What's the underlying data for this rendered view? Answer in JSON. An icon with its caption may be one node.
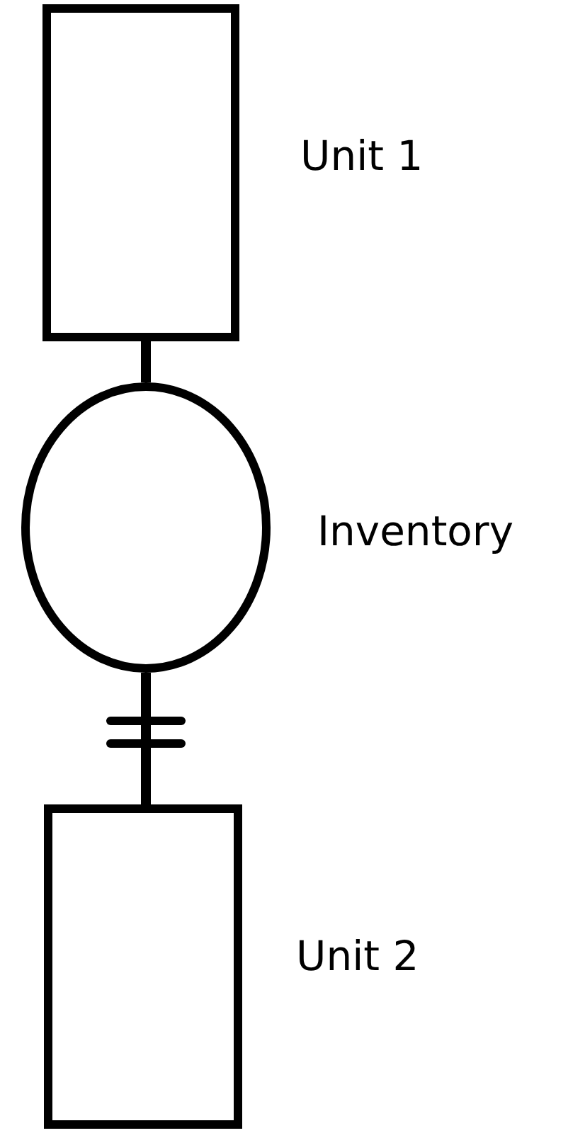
{
  "diagram": {
    "nodes": [
      {
        "text": [],
        "shape": "box",
        "beside": [
          "Unit 1"
        ]
      },
      {
        "text": [],
        "shape": "circle",
        "beside": [
          "Inventory"
        ]
      },
      {
        "text": [],
        "shape": "box",
        "beside": [
          "Unit 2"
        ]
      }
    ],
    "edges": [
      {
        "from": 0,
        "to": 1,
        "arrow": "none"
      },
      {
        "from": 1,
        "to": 2,
        "arrow": "none"
      }
    ]
  }
}
